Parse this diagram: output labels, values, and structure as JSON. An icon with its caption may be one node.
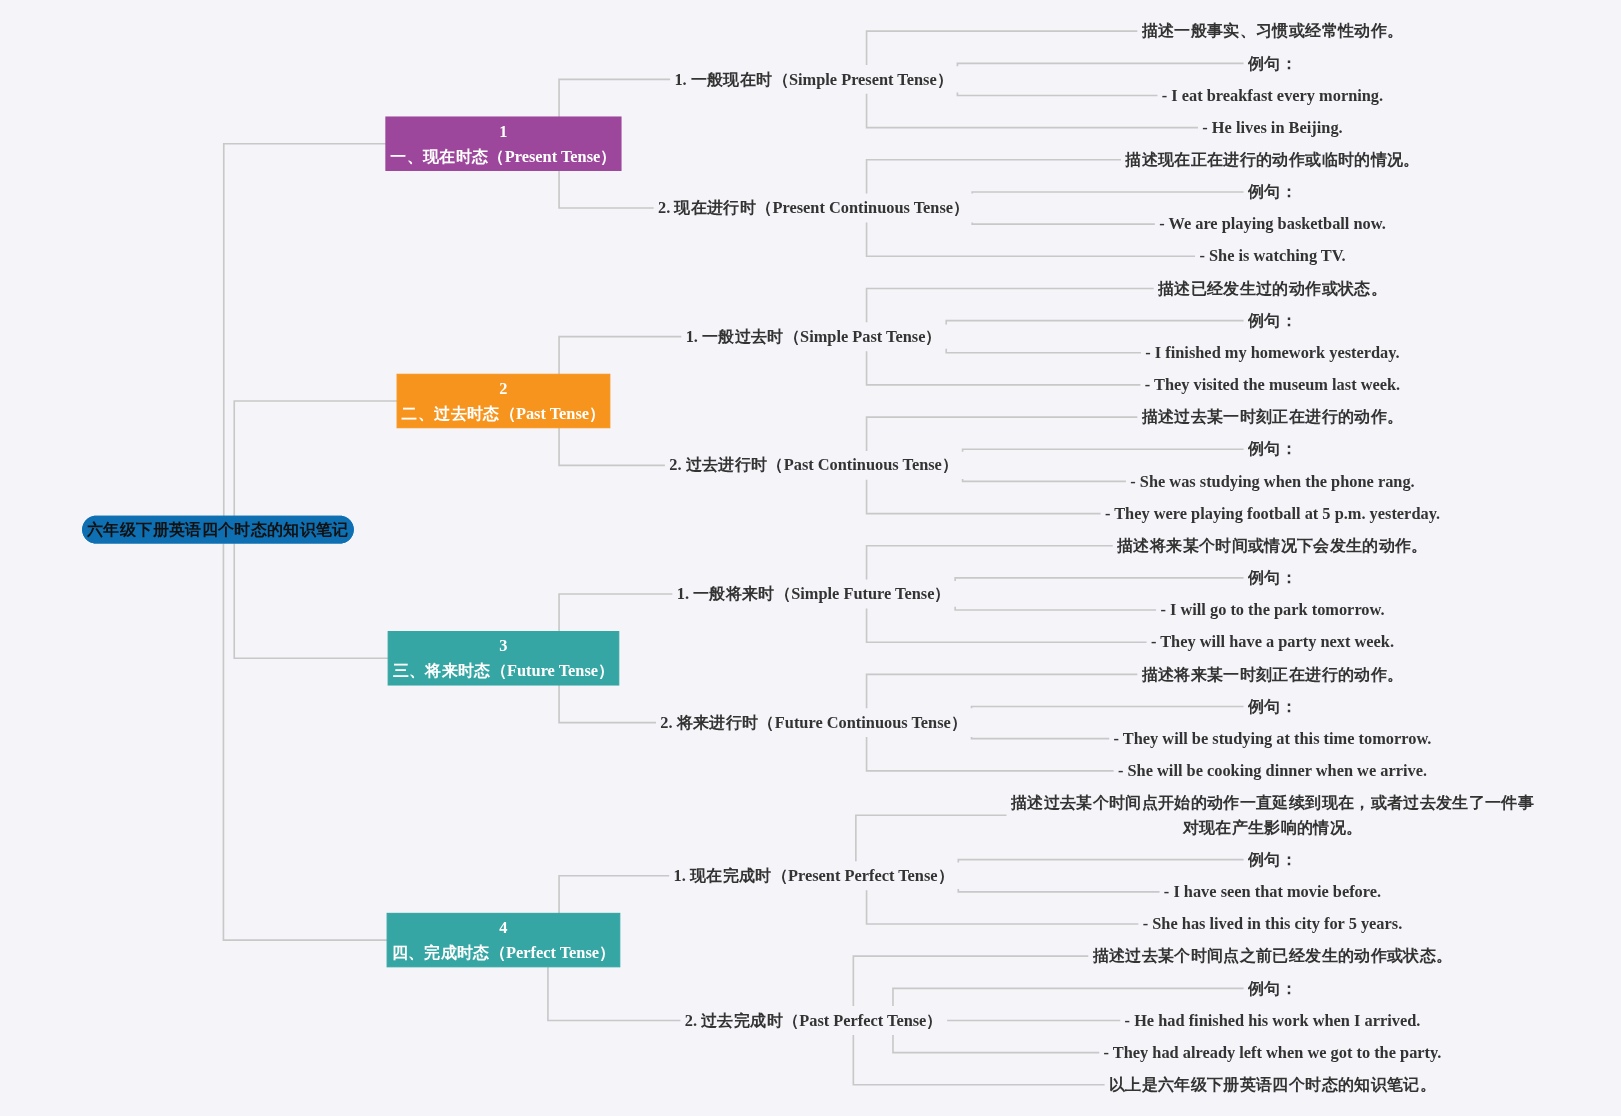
{
  "diagram": {
    "nodes": [
      {
        "text": [
          "六年级下册英语四个时态的知识笔记"
        ]
      },
      {
        "text": [
          "1",
          "一、现在时态（Present Tense）"
        ]
      },
      {
        "text": [
          "1. 一般现在时（Simple Present Tense）"
        ]
      },
      {
        "text": [
          "描述一般事实、习惯或经常性动作。"
        ]
      },
      {
        "text": [
          "例句："
        ]
      },
      {
        "text": [
          "- I eat breakfast every morning."
        ]
      },
      {
        "text": [
          "- He lives in Beijing."
        ]
      },
      {
        "text": [
          "2. 现在进行时（Present Continuous Tense）"
        ]
      },
      {
        "text": [
          "描述现在正在进行的动作或临时的情况。"
        ]
      },
      {
        "text": [
          "例句："
        ]
      },
      {
        "text": [
          "- We are playing basketball now."
        ]
      },
      {
        "text": [
          "- She is watching TV."
        ]
      },
      {
        "text": [
          "2",
          "二、过去时态（Past Tense）"
        ]
      },
      {
        "text": [
          "1. 一般过去时（Simple Past Tense）"
        ]
      },
      {
        "text": [
          "描述已经发生过的动作或状态。"
        ]
      },
      {
        "text": [
          "例句："
        ]
      },
      {
        "text": [
          "- I finished my homework yesterday."
        ]
      },
      {
        "text": [
          "- They visited the museum last week."
        ]
      },
      {
        "text": [
          "2. 过去进行时（Past Continuous Tense）"
        ]
      },
      {
        "text": [
          "描述过去某一时刻正在进行的动作。"
        ]
      },
      {
        "text": [
          "例句："
        ]
      },
      {
        "text": [
          "- She was studying when the phone rang."
        ]
      },
      {
        "text": [
          "- They were playing football at 5 p.m. yesterday."
        ]
      },
      {
        "text": [
          "3",
          "三、将来时态（Future Tense）"
        ]
      },
      {
        "text": [
          "1. 一般将来时（Simple Future Tense）"
        ]
      },
      {
        "text": [
          "描述将来某个时间或情况下会发生的动作。"
        ]
      },
      {
        "text": [
          "例句："
        ]
      },
      {
        "text": [
          "- I will go to the park tomorrow."
        ]
      },
      {
        "text": [
          "- They will have a party next week."
        ]
      },
      {
        "text": [
          "2. 将来进行时（Future Continuous Tense）"
        ]
      },
      {
        "text": [
          "描述将来某一时刻正在进行的动作。"
        ]
      },
      {
        "text": [
          "例句："
        ]
      },
      {
        "text": [
          "- They will be studying at this time tomorrow."
        ]
      },
      {
        "text": [
          "- She will be cooking dinner when we arrive."
        ]
      },
      {
        "text": [
          "4",
          "四、完成时态（Perfect Tense）"
        ]
      },
      {
        "text": [
          "1. 现在完成时（Present Perfect Tense）"
        ]
      },
      {
        "text": [
          "描述过去某个时间点开始的动作一直延续到现在，或者过去发生了一件事对现在产生影响的情况。"
        ]
      },
      {
        "text": [
          "例句："
        ]
      },
      {
        "text": [
          "- I have seen that movie before."
        ]
      },
      {
        "text": [
          "- She has lived in this city for 5 years."
        ]
      },
      {
        "text": [
          "2. 过去完成时（Past Perfect Tense）"
        ]
      },
      {
        "text": [
          "描述过去某个时间点之前已经发生的动作或状态。"
        ]
      },
      {
        "text": [
          "例句："
        ]
      },
      {
        "text": [
          "- He had finished his work when I arrived."
        ]
      },
      {
        "text": [
          "- They had already left when we got to the party."
        ]
      },
      {
        "text": [
          "以上是六年级下册英语四个时态的知识笔记。"
        ]
      }
    ],
    "edges": [
      {
        "from": 0,
        "to": 1,
        "arrow": "none"
      },
      {
        "from": 1,
        "to": 2,
        "arrow": "none"
      },
      {
        "from": 2,
        "to": 3,
        "arrow": "none"
      },
      {
        "from": 2,
        "to": 4,
        "arrow": "none"
      },
      {
        "from": 2,
        "to": 5,
        "arrow": "none"
      },
      {
        "from": 2,
        "to": 6,
        "arrow": "none"
      },
      {
        "from": 1,
        "to": 7,
        "arrow": "none"
      },
      {
        "from": 7,
        "to": 8,
        "arrow": "none"
      },
      {
        "from": 7,
        "to": 9,
        "arrow": "none"
      },
      {
        "from": 7,
        "to": 10,
        "arrow": "none"
      },
      {
        "from": 7,
        "to": 11,
        "arrow": "none"
      },
      {
        "from": 0,
        "to": 12,
        "arrow": "none"
      },
      {
        "from": 12,
        "to": 13,
        "arrow": "none"
      },
      {
        "from": 13,
        "to": 14,
        "arrow": "none"
      },
      {
        "from": 13,
        "to": 15,
        "arrow": "none"
      },
      {
        "from": 13,
        "to": 16,
        "arrow": "none"
      },
      {
        "from": 13,
        "to": 17,
        "arrow": "none"
      },
      {
        "from": 12,
        "to": 18,
        "arrow": "none"
      },
      {
        "from": 18,
        "to": 19,
        "arrow": "none"
      },
      {
        "from": 18,
        "to": 20,
        "arrow": "none"
      },
      {
        "from": 18,
        "to": 21,
        "arrow": "none"
      },
      {
        "from": 18,
        "to": 22,
        "arrow": "none"
      },
      {
        "from": 0,
        "to": 23,
        "arrow": "none"
      },
      {
        "from": 23,
        "to": 24,
        "arrow": "none"
      },
      {
        "from": 24,
        "to": 25,
        "arrow": "none"
      },
      {
        "from": 24,
        "to": 26,
        "arrow": "none"
      },
      {
        "from": 24,
        "to": 27,
        "arrow": "none"
      },
      {
        "from": 24,
        "to": 28,
        "arrow": "none"
      },
      {
        "from": 23,
        "to": 29,
        "arrow": "none"
      },
      {
        "from": 29,
        "to": 30,
        "arrow": "none"
      },
      {
        "from": 29,
        "to": 31,
        "arrow": "none"
      },
      {
        "from": 29,
        "to": 32,
        "arrow": "none"
      },
      {
        "from": 29,
        "to": 33,
        "arrow": "none"
      },
      {
        "from": 0,
        "to": 34,
        "arrow": "none"
      },
      {
        "from": 34,
        "to": 35,
        "arrow": "none"
      },
      {
        "from": 35,
        "to": 36,
        "arrow": "none"
      },
      {
        "from": 35,
        "to": 37,
        "arrow": "none"
      },
      {
        "from": 35,
        "to": 38,
        "arrow": "none"
      },
      {
        "from": 35,
        "to": 39,
        "arrow": "none"
      },
      {
        "from": 34,
        "to": 40,
        "arrow": "none"
      },
      {
        "from": 40,
        "to": 41,
        "arrow": "none"
      },
      {
        "from": 40,
        "to": 42,
        "arrow": "none"
      },
      {
        "from": 40,
        "to": 43,
        "arrow": "none"
      },
      {
        "from": 40,
        "to": 44,
        "arrow": "none"
      },
      {
        "from": 40,
        "to": 45,
        "arrow": "none"
      }
    ]
  }
}
